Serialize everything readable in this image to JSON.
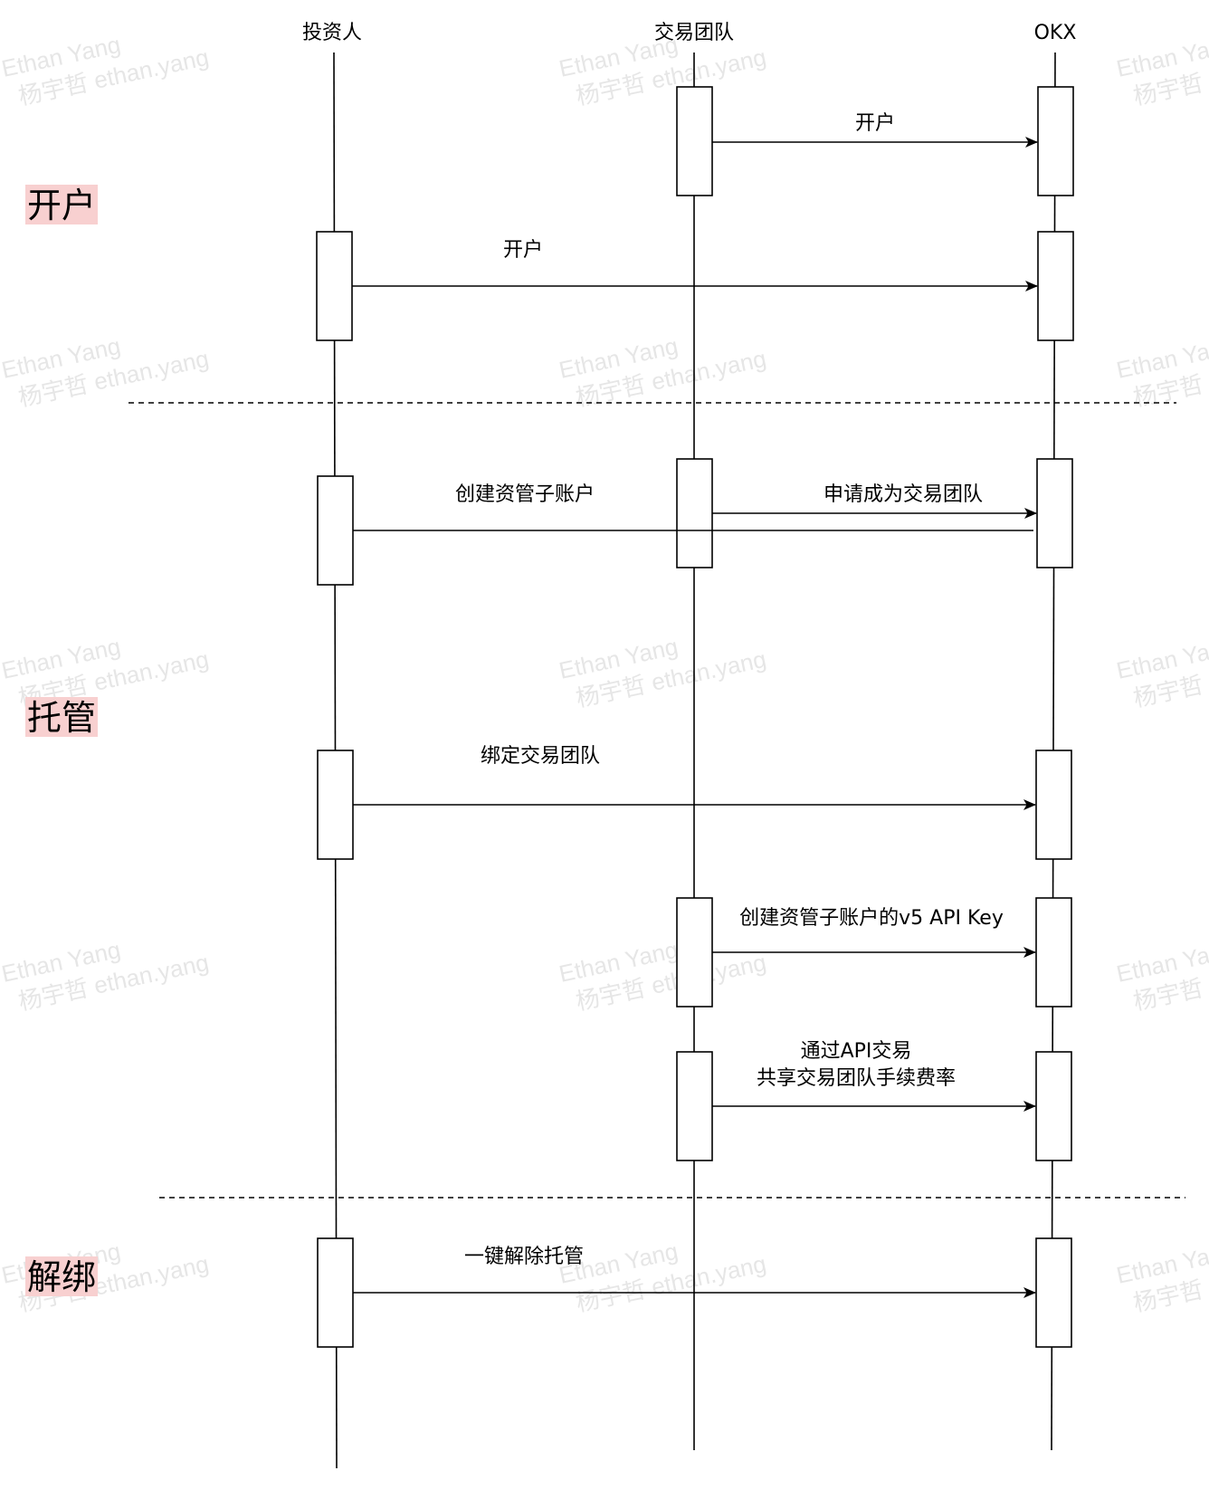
{
  "actors": [
    "投资人",
    "交易团队",
    "OKX"
  ],
  "phases": [
    "开户",
    "托管",
    "解绑"
  ],
  "phase_color": "#f8d0d0",
  "messages": [
    {
      "label": [
        "开户"
      ]
    },
    {
      "label": [
        "开户"
      ]
    },
    {
      "label": [
        "创建资管子账户"
      ]
    },
    {
      "label": [
        "申请成为交易团队"
      ]
    },
    {
      "label": [
        "绑定交易团队"
      ]
    },
    {
      "label": [
        "创建资管子账户的v5 API Key"
      ]
    },
    {
      "label": [
        "通过API交易",
        "共享交易团队手续费率"
      ]
    },
    {
      "label": [
        "一键解除托管"
      ]
    }
  ],
  "watermark": [
    "Ethan Yang",
    "杨宇哲 ethan.yang"
  ]
}
